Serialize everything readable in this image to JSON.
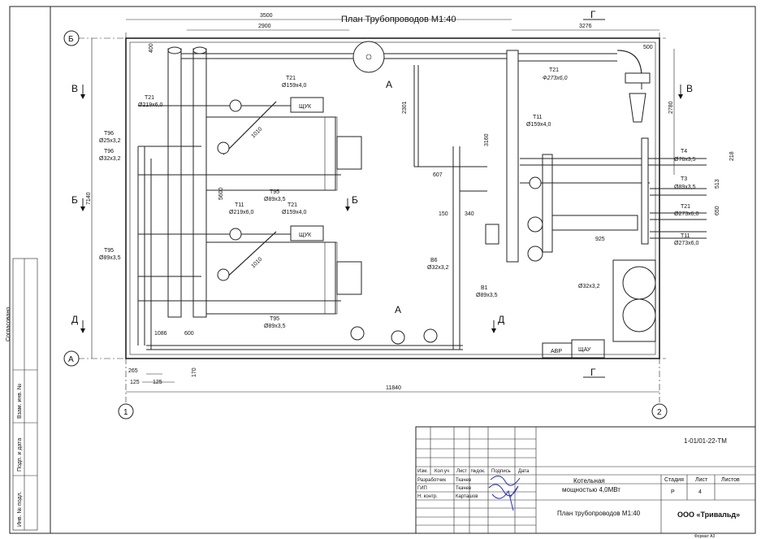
{
  "title": "План Трубопроводов М1:40",
  "axes": {
    "letters": {
      "b_top": "Б",
      "a_bottom": "А"
    },
    "numbers": {
      "n1": "1",
      "n2": "2"
    }
  },
  "sections": {
    "v": "В",
    "b": "Б",
    "d": "Д",
    "a": "А",
    "g": "Г"
  },
  "dimensions": {
    "d3500": "3500",
    "d2900": "2900",
    "d3276": "3276",
    "d500": "500",
    "d400": "400",
    "d7140": "7140",
    "d2301": "2301",
    "d2780": "2780",
    "d5600": "5600",
    "d3160": "3160",
    "d607": "607",
    "d150": "150",
    "d340": "340",
    "d925": "925",
    "d218": "218",
    "d513": "513",
    "d650": "650",
    "d1086": "1086",
    "d600": "600",
    "d265": "265",
    "d125a": "125",
    "d125b": "125",
    "d170": "170",
    "d11840": "11840",
    "d1010a": "1010",
    "d1010b": "1010"
  },
  "pipe_labels": {
    "t21_top_left": "Т21",
    "t21_top_left_size": "Ø219х6,0",
    "t21_upper_mid": "Т21",
    "t21_upper_mid_size": "Ø159х4,0",
    "t21_main": "Т21",
    "t21_main_size": "Ф273х6,0",
    "t96a": "Т96",
    "t96a_size": "Ø25х3,2",
    "t96b": "Т96",
    "t96b_size": "Ø32х3,2",
    "t95_upper": "Т95",
    "t95_upper_size": "Ø89х3,5",
    "t11_mid": "Т11",
    "t11_mid_size": "Ø219х6,0",
    "t21_mid": "Т21",
    "t21_mid_size": "Ø159х4,0",
    "t95_left": "Т95",
    "t95_left_size": "Ø89х3,5",
    "t95_lower": "Т95",
    "t95_lower_size": "Ø89х3,5",
    "t11_right": "Т11",
    "t11_right_size": "Ø159х4,0",
    "b6": "В6",
    "b6_size": "Ø32х3,2",
    "b1": "В1",
    "b1_size": "Ø89х3,5",
    "t4": "Т4",
    "t4_size": "Ø76х3,5",
    "t3": "Т3",
    "t3_size": "Ø89х3,5",
    "t21_right": "Т21",
    "t21_right_size": "Ø273х6,0",
    "t11_right_low": "Т11",
    "t11_right_low_size": "Ø273х6,0",
    "tank_size": "Ø32х3,2"
  },
  "equipment": {
    "shuk1": "ЩУК",
    "shuk2": "ЩУК",
    "avr": "АВР",
    "shau": "ЩАУ"
  },
  "side_stamp": {
    "soglasovano": "Согласовано",
    "vzam": "Взам. инв. №",
    "podp": "Подп. и дата",
    "inv": "Инв. № подл."
  },
  "title_block": {
    "doc_code": "1-01/01-22-ТМ",
    "cols": [
      "Изм.",
      "Кол.уч",
      "Лист",
      "№док.",
      "Подпись",
      "Дата"
    ],
    "rows": [
      {
        "role": "Разработчик",
        "name": "Ткачев"
      },
      {
        "role": "ГИП",
        "name": "Ткачев"
      },
      {
        "role": "Н. контр.",
        "name": "Карташов"
      }
    ],
    "object": "Котельная\nмощностью 4,0МВт",
    "object_l1": "Котельная",
    "object_l2": "мощностью 4,0МВт",
    "stage_h": "Стадия",
    "sheet_h": "Лист",
    "sheets_h": "Листов",
    "stage": "Р",
    "sheet": "4",
    "sheets": "",
    "drawing_name": "План трубопроводов М1:40",
    "company": "ООО «Тривальд»"
  },
  "format": "Формат А3"
}
